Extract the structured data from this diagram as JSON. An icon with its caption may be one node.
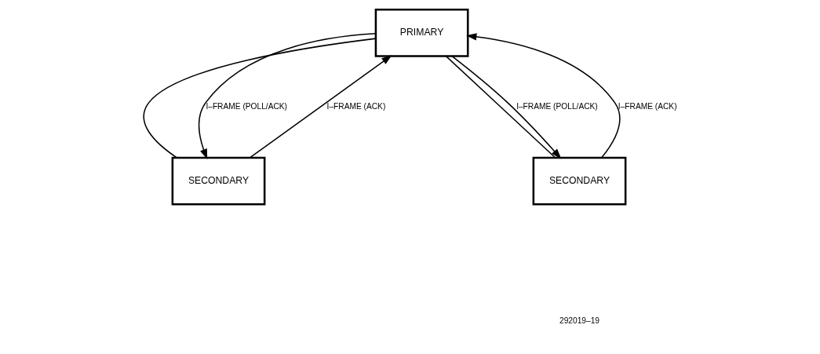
{
  "diagram": {
    "nodes": [
      {
        "text": [
          "PRIMARY"
        ]
      },
      {
        "text": [
          "SECONDARY"
        ]
      },
      {
        "text": [
          "SECONDARY"
        ]
      }
    ],
    "edges": [
      {
        "from": 0,
        "to": 1,
        "arrow": "none"
      },
      {
        "from": 0,
        "to": 2,
        "arrow": "none"
      },
      {
        "from": 0,
        "to": 1,
        "arrow": "to",
        "label": "I–FRAME (POLL/ACK)"
      },
      {
        "from": 1,
        "to": 0,
        "arrow": "to",
        "label": "I–FRAME (ACK)"
      },
      {
        "from": 0,
        "to": 2,
        "arrow": "to",
        "label": "I–FRAME (POLL/ACK)"
      },
      {
        "from": 2,
        "to": 0,
        "arrow": "to",
        "label": "I–FRAME (ACK)"
      }
    ],
    "labels": [
      "292019–19"
    ]
  }
}
